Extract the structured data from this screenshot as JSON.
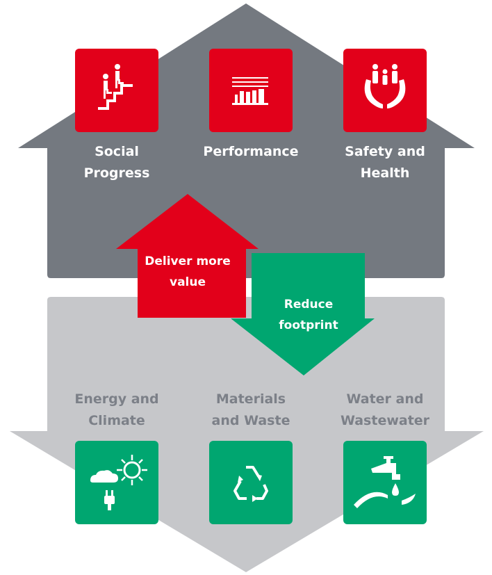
{
  "colors": {
    "house_top": "#747980",
    "house_bottom": "#c6c7ca",
    "red": "#e2001a",
    "green": "#00a670",
    "text_muted": "#7c8088"
  },
  "top": {
    "items": [
      {
        "label": "Social\nProgress",
        "icon": "stairs-people-icon"
      },
      {
        "label": "Performance",
        "icon": "bar-chart-icon"
      },
      {
        "label": "Safety and\nHealth",
        "icon": "hands-people-icon"
      }
    ]
  },
  "center": {
    "up_arrow_label": "Deliver more\nvalue",
    "down_arrow_label": "Reduce\nfootprint"
  },
  "bottom": {
    "items": [
      {
        "label": "Energy and\nClimate",
        "icon": "sun-cloud-plug-icon"
      },
      {
        "label": "Materials\nand Waste",
        "icon": "recycle-icon"
      },
      {
        "label": "Water and\nWastewater",
        "icon": "water-tap-icon"
      }
    ]
  }
}
